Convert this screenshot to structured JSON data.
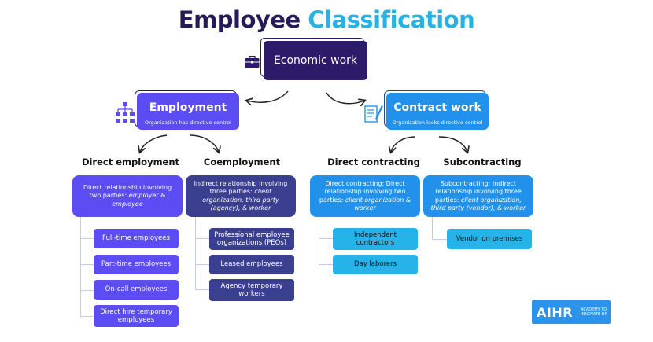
{
  "title": {
    "part1": "Employee",
    "part2": "Classification"
  },
  "root": {
    "label": "Economic work"
  },
  "branches": {
    "employment": {
      "label": "Employment",
      "sub": "Organization has directive control"
    },
    "contract": {
      "label": "Contract work",
      "sub": "Organization lacks directive control"
    }
  },
  "categories": {
    "direct_employment": {
      "label": "Direct employment",
      "desc_main": "Direct relationship involving two parties:",
      "desc_italic": "employer & employee",
      "items": [
        "Full-time employees",
        "Part-time employees",
        "On-call employees",
        "Direct hire temporary employees"
      ]
    },
    "coemployment": {
      "label": "Coemployment",
      "desc_main": "Indirect relationship involving three parties:",
      "desc_italic": "client organization, third party (agency), & worker",
      "items": [
        "Professional employee organizations (PEOs)",
        "Leased employees",
        "Agency temporary workers"
      ]
    },
    "direct_contracting": {
      "label": "Direct contracting",
      "desc_main": "Direct contracting: Direct relationship involving two parties:",
      "desc_italic": "client organization & worker",
      "items": [
        "Independent contractors",
        "Day laborers"
      ]
    },
    "subcontracting": {
      "label": "Subcontracting",
      "desc_main": "Subcontracting: Indirect relationship involving three parties:",
      "desc_italic": "client organization, third party (vendor), & worker",
      "items": [
        "Vendor on premises"
      ]
    }
  },
  "logo": {
    "brand": "AIHR",
    "tagline_line1": "ACADEMY TO",
    "tagline_line2": "INNOVATE HR"
  },
  "colors": {
    "navy": "#2d1b69",
    "cyan": "#27b2e5",
    "violet": "#5b4cf3",
    "blue": "#2191ec",
    "item_navy": "#3b3f8f"
  },
  "icons": [
    "briefcase-icon",
    "org-chart-icon",
    "contract-document-icon"
  ]
}
